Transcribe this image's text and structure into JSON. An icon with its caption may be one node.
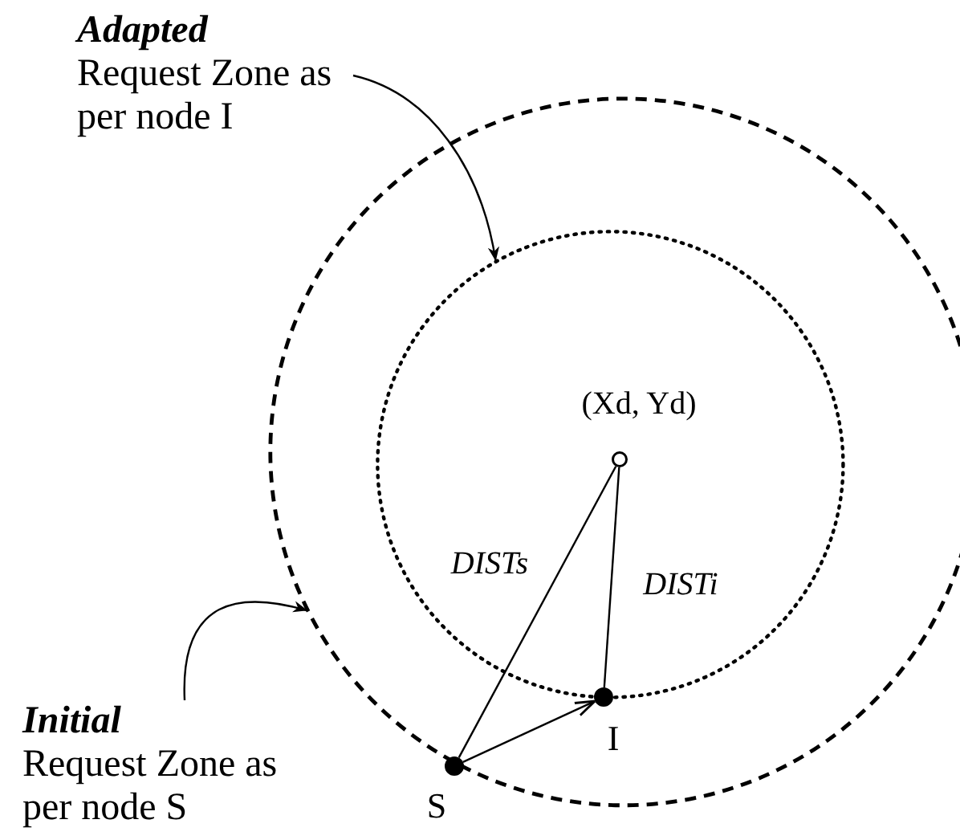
{
  "diagram": {
    "nodes": [
      {
        "text": [
          "Adapted",
          "Request Zone as per node I"
        ]
      },
      {
        "text": [],
        "shape": "circle"
      },
      {
        "text": [],
        "shape": "circle",
        "in": 1
      },
      {
        "text": [],
        "shape": "circle",
        "in": 2,
        "beside": [
          "(Xd, Yd)"
        ]
      },
      {
        "text": [],
        "shape": "circle",
        "in": 1,
        "beside": [
          "I"
        ]
      },
      {
        "text": [],
        "shape": "circle",
        "beside": [
          "S"
        ]
      },
      {
        "text": [
          "Initial",
          "Request Zone as per node S"
        ]
      }
    ],
    "edges": [
      {
        "from": 0,
        "to": 2,
        "arrow": "to"
      },
      {
        "from": 6,
        "to": 1,
        "arrow": "to"
      },
      {
        "from": 5,
        "to": 3,
        "arrow": "none",
        "label": "DISTs"
      },
      {
        "from": 4,
        "to": 3,
        "arrow": "none",
        "label": "DISTi"
      },
      {
        "from": 5,
        "to": 4,
        "arrow": "to"
      }
    ]
  }
}
